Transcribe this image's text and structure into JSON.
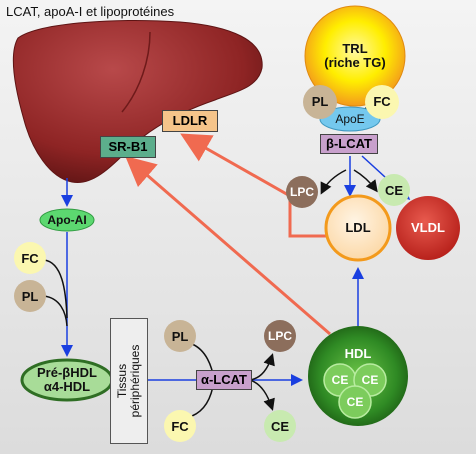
{
  "title": "LCAT, apoA-I et lipoprotéines",
  "labels": {
    "trl_line1": "TRL",
    "trl_line2": "(riche TG)",
    "pl_top": "PL",
    "fc_top": "FC",
    "apoe": "ApoE",
    "beta_lcat": "β-LCAT",
    "ldlr": "LDLR",
    "srb1": "SR-B1",
    "lpc_right": "LPC",
    "ce_right": "CE",
    "ldl": "LDL",
    "vldl": "VLDL",
    "apo_ai": "Apo-AI",
    "fc_left": "FC",
    "pl_left": "PL",
    "prebeta_line1": "Pré-βHDL",
    "prebeta_line2": "α4-HDL",
    "tissus_line1": "Tissus",
    "tissus_line2": "périphériques",
    "pl_bottom": "PL",
    "lpc_bottom": "LPC",
    "alpha_lcat": "α-LCAT",
    "fc_bottom": "FC",
    "ce_bottom": "CE",
    "hdl": "HDL",
    "hdl_ce1": "CE",
    "hdl_ce2": "CE",
    "hdl_ce3": "CE"
  },
  "colors": {
    "liver": "#8e2424",
    "trl_yellow": "#ffee00",
    "trl_orange": "#f39a1c",
    "tan_circle": "#c8b496",
    "fc_circle": "#fbf7b0",
    "apoe": "#74c8ee",
    "lcat_box": "#c8a0cc",
    "ldlr_box": "#f5c48a",
    "srb1_box": "#5cae8c",
    "lpc_circle": "#8c6e5c",
    "ce_circle": "#c8eab0",
    "ldl_fill": "#fde8c8",
    "ldl_ring": "#f39a1c",
    "vldl": "#d4302a",
    "apoai": "#5cd870",
    "hdl_dark": "#1d6e18",
    "hdl_light": "#6cc448",
    "blue_arrow": "#1a3fe0",
    "red_arrow": "#f06a50"
  }
}
